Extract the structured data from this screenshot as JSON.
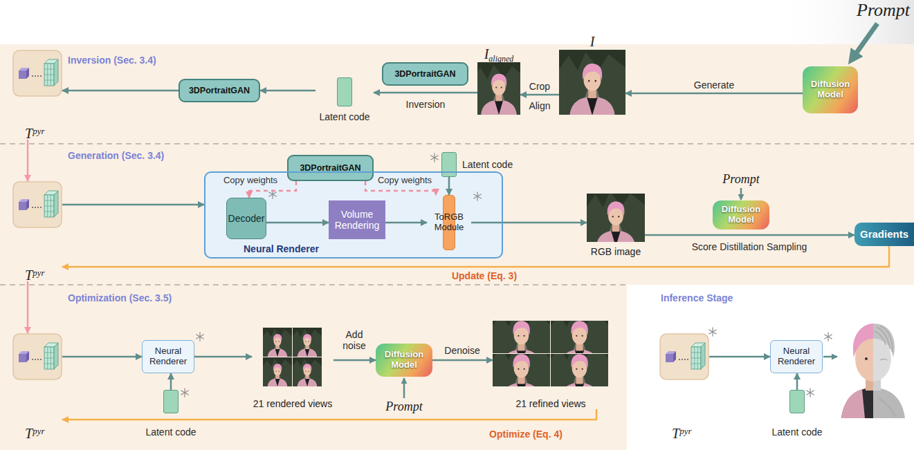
{
  "diagram": {
    "nodes": [
      {
        "text": [
          "T",
          "pyr"
        ]
      },
      {
        "text": [
          "3DPortraitGAN"
        ]
      },
      {
        "text": [
          "Latent code"
        ]
      },
      {
        "text": [
          "3DPortraitGAN"
        ]
      },
      {
        "text": [
          "I",
          "aligned"
        ]
      },
      {
        "text": [
          "I"
        ]
      },
      {
        "text": [
          "Diffusion Model"
        ]
      },
      {
        "text": [
          "T",
          "pyr"
        ]
      },
      {
        "text": [
          "3DPortraitGAN"
        ]
      },
      {
        "text": [
          "Latent code"
        ]
      },
      {
        "text": [
          "Neural Renderer"
        ]
      },
      {
        "text": [
          "Decoder"
        ],
        "in": 10
      },
      {
        "text": [
          "Volume Rendering"
        ],
        "in": 10
      },
      {
        "text": [
          "ToRGB Module"
        ],
        "in": 10
      },
      {
        "text": [
          "RGB image"
        ]
      },
      {
        "text": [
          "Diffusion Model"
        ]
      },
      {
        "text": [
          "Gradients"
        ]
      },
      {
        "text": [
          "T",
          "pyr"
        ]
      },
      {
        "text": [
          "Neural Renderer"
        ]
      },
      {
        "text": [
          "Latent code"
        ]
      },
      {
        "text": [
          "21 rendered views"
        ]
      },
      {
        "text": [
          "Diffusion Model"
        ]
      },
      {
        "text": [
          "21 refined views"
        ]
      },
      {
        "text": [
          "T",
          "pyr"
        ]
      },
      {
        "text": [
          "Neural Renderer"
        ]
      },
      {
        "text": [
          "Latent code"
        ]
      }
    ],
    "edges": [
      {
        "from": 6,
        "to": 5,
        "arrow": "to",
        "label": "Generate"
      },
      {
        "from": 5,
        "to": 4,
        "arrow": "to",
        "label": "Crop"
      },
      {
        "from": 4,
        "to": 2,
        "arrow": "to",
        "label": "Inversion"
      },
      {
        "from": 2,
        "to": 1,
        "arrow": "to"
      },
      {
        "from": 1,
        "to": 0,
        "arrow": "to"
      },
      {
        "from": 0,
        "to": 7,
        "arrow": "to"
      },
      {
        "from": 7,
        "to": 10,
        "arrow": "to"
      },
      {
        "from": 8,
        "to": 11,
        "arrow": "to",
        "label": "Copy weights"
      },
      {
        "from": 8,
        "to": 13,
        "arrow": "to",
        "label": "Copy weights"
      },
      {
        "from": 9,
        "to": 13,
        "arrow": "to"
      },
      {
        "from": 11,
        "to": 12,
        "arrow": "to"
      },
      {
        "from": 12,
        "to": 13,
        "arrow": "to"
      },
      {
        "from": 13,
        "to": 14,
        "arrow": "to"
      },
      {
        "from": 14,
        "to": 16,
        "arrow": "to",
        "label": "Score Distillation Sampling"
      },
      {
        "from": 16,
        "to": 7,
        "arrow": "to",
        "label": "Update (Eq. 3)"
      },
      {
        "from": 7,
        "to": 17,
        "arrow": "to"
      },
      {
        "from": 17,
        "to": 18,
        "arrow": "to"
      },
      {
        "from": 19,
        "to": 18,
        "arrow": "to"
      },
      {
        "from": 18,
        "to": 20,
        "arrow": "to"
      },
      {
        "from": 20,
        "to": 21,
        "arrow": "to",
        "label": "Add noise"
      },
      {
        "from": 21,
        "to": 22,
        "arrow": "to",
        "label": "Denoise"
      },
      {
        "from": 22,
        "to": 17,
        "arrow": "to",
        "label": "Optimize (Eq. 4)"
      },
      {
        "from": 23,
        "to": 24,
        "arrow": "to"
      },
      {
        "from": 25,
        "to": 24,
        "arrow": "to"
      }
    ],
    "labels": [
      "Prompt",
      "Inversion (Sec. 3.4)",
      "Align",
      "Generation (Sec. 3.4)",
      "Prompt",
      "Optimization (Sec. 3.5)",
      "Prompt",
      "Inference Stage"
    ]
  }
}
